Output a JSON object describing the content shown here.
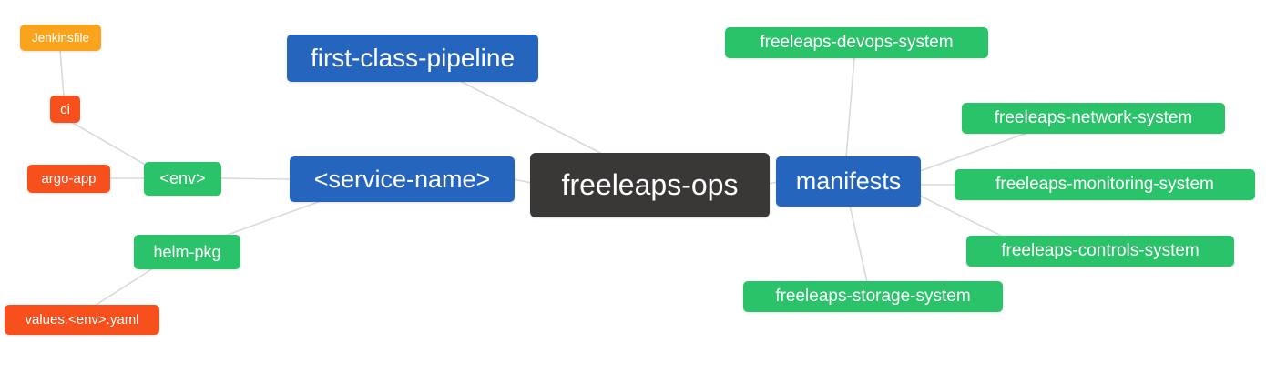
{
  "colors": {
    "blue": "#2565BE",
    "green": "#2BC36A",
    "red": "#F8501D",
    "orange": "#F9A41C",
    "dark": "#3A3737",
    "edge": "#D9D9D9"
  },
  "nodes": {
    "jenkinsfile": {
      "label": "Jenkinsfile",
      "color": "orange"
    },
    "ci": {
      "label": "ci",
      "color": "red"
    },
    "argo_app": {
      "label": "argo-app",
      "color": "red"
    },
    "env": {
      "label": "<env>",
      "color": "green"
    },
    "helm_pkg": {
      "label": "helm-pkg",
      "color": "green"
    },
    "values_env_yaml": {
      "label": "values.<env>.yaml",
      "color": "red"
    },
    "service_name": {
      "label": "<service-name>",
      "color": "blue"
    },
    "first_class_pipeline": {
      "label": "first-class-pipeline",
      "color": "blue"
    },
    "freeleaps_ops": {
      "label": "freeleaps-ops",
      "color": "dark"
    },
    "manifests": {
      "label": "manifests",
      "color": "blue"
    },
    "devops_system": {
      "label": "freeleaps-devops-system",
      "color": "green"
    },
    "network_system": {
      "label": "freeleaps-network-system",
      "color": "green"
    },
    "monitoring_system": {
      "label": "freeleaps-monitoring-system",
      "color": "green"
    },
    "controls_system": {
      "label": "freeleaps-controls-system",
      "color": "green"
    },
    "storage_system": {
      "label": "freeleaps-storage-system",
      "color": "green"
    }
  },
  "edges": [
    {
      "from": "jenkinsfile",
      "to": "ci"
    },
    {
      "from": "ci",
      "to": "env"
    },
    {
      "from": "argo_app",
      "to": "env"
    },
    {
      "from": "env",
      "to": "service_name"
    },
    {
      "from": "helm_pkg",
      "to": "service_name"
    },
    {
      "from": "values_env_yaml",
      "to": "helm_pkg"
    },
    {
      "from": "first_class_pipeline",
      "to": "freeleaps_ops"
    },
    {
      "from": "service_name",
      "to": "freeleaps_ops"
    },
    {
      "from": "freeleaps_ops",
      "to": "manifests"
    },
    {
      "from": "manifests",
      "to": "devops_system"
    },
    {
      "from": "manifests",
      "to": "network_system"
    },
    {
      "from": "manifests",
      "to": "monitoring_system"
    },
    {
      "from": "manifests",
      "to": "controls_system"
    },
    {
      "from": "manifests",
      "to": "storage_system"
    }
  ]
}
